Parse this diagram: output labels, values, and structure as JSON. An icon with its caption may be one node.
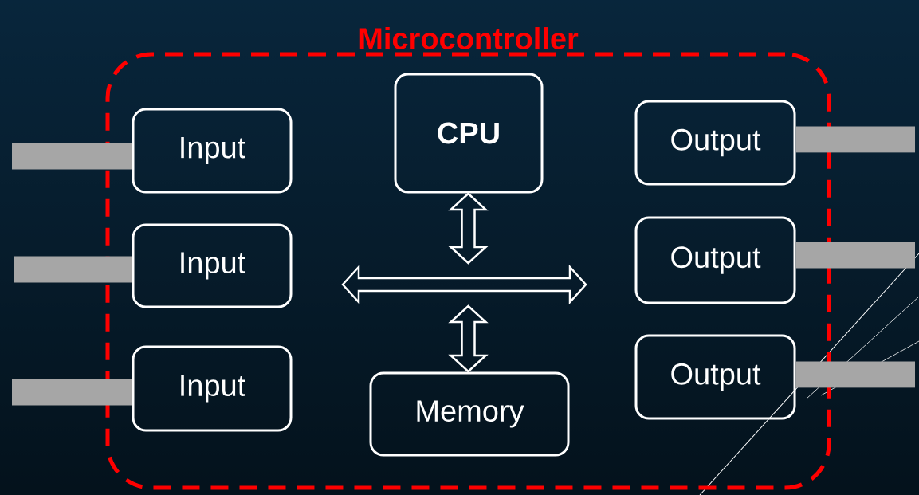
{
  "diagram": {
    "nodes": [
      {
        "text": [
          "Microcontroller"
        ]
      },
      {
        "text": [
          "Input"
        ],
        "in": 0
      },
      {
        "text": [
          "Input"
        ],
        "in": 0
      },
      {
        "text": [
          "Input"
        ],
        "in": 0
      },
      {
        "text": [
          "CPU"
        ],
        "in": 0
      },
      {
        "text": [],
        "shape": "arrow",
        "in": 0
      },
      {
        "text": [
          "Memory"
        ],
        "in": 0
      },
      {
        "text": [
          "Output"
        ],
        "in": 0
      },
      {
        "text": [
          "Output"
        ],
        "in": 0
      },
      {
        "text": [
          "Output"
        ],
        "in": 0
      }
    ],
    "edges": [
      {
        "from": 4,
        "to": 5,
        "arrow": "both"
      },
      {
        "from": 6,
        "to": 5,
        "arrow": "both"
      },
      {
        "from": null,
        "to": 1,
        "arrow": "none"
      },
      {
        "from": null,
        "to": 2,
        "arrow": "none"
      },
      {
        "from": null,
        "to": 3,
        "arrow": "none"
      },
      {
        "from": 7,
        "to": null,
        "arrow": "none"
      },
      {
        "from": 8,
        "to": null,
        "arrow": "none"
      },
      {
        "from": 9,
        "to": null,
        "arrow": "none"
      }
    ]
  }
}
